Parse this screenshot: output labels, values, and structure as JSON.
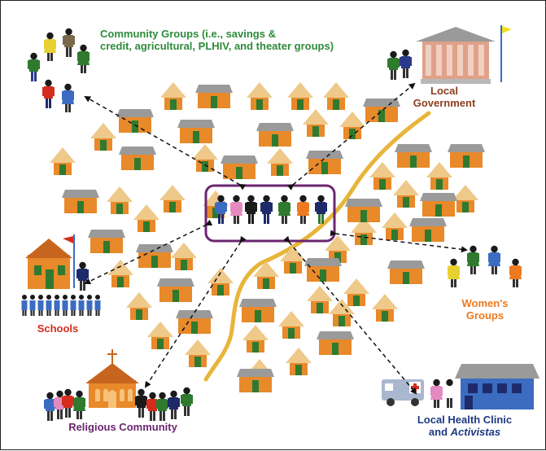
{
  "labels": {
    "community_groups": [
      "Community Groups (i.e., savings &",
      "credit, agricultural, PLHIV, and theater groups)"
    ],
    "local_government": [
      "Local",
      "Government"
    ],
    "schools": "Schools",
    "womens_groups": [
      "Women's",
      "Groups"
    ],
    "religious_community": "Religious Community",
    "health_clinic_line1": "Local Health Clinic",
    "health_clinic_line2_prefix": "and ",
    "health_clinic_line2_italic": "Activistas"
  },
  "colors": {
    "hut_roof": "#eec98a",
    "hut_wall": "#e8892a",
    "door": "#2f7a2f",
    "metal_roof": "#9a9a9a",
    "road": "#e7b53a",
    "center_box_border": "#6b2670",
    "label_green": "#2e8b3a",
    "label_brown": "#8b3f1e",
    "label_red": "#d42d1e",
    "label_orange": "#ee7a20",
    "label_purple": "#6b2670",
    "label_navy": "#1f3a82"
  },
  "icons": [
    "community-member-icon",
    "hut-icon",
    "government-building-icon",
    "school-icon",
    "church-icon",
    "ambulance-icon",
    "clinic-icon",
    "flag-icon"
  ]
}
